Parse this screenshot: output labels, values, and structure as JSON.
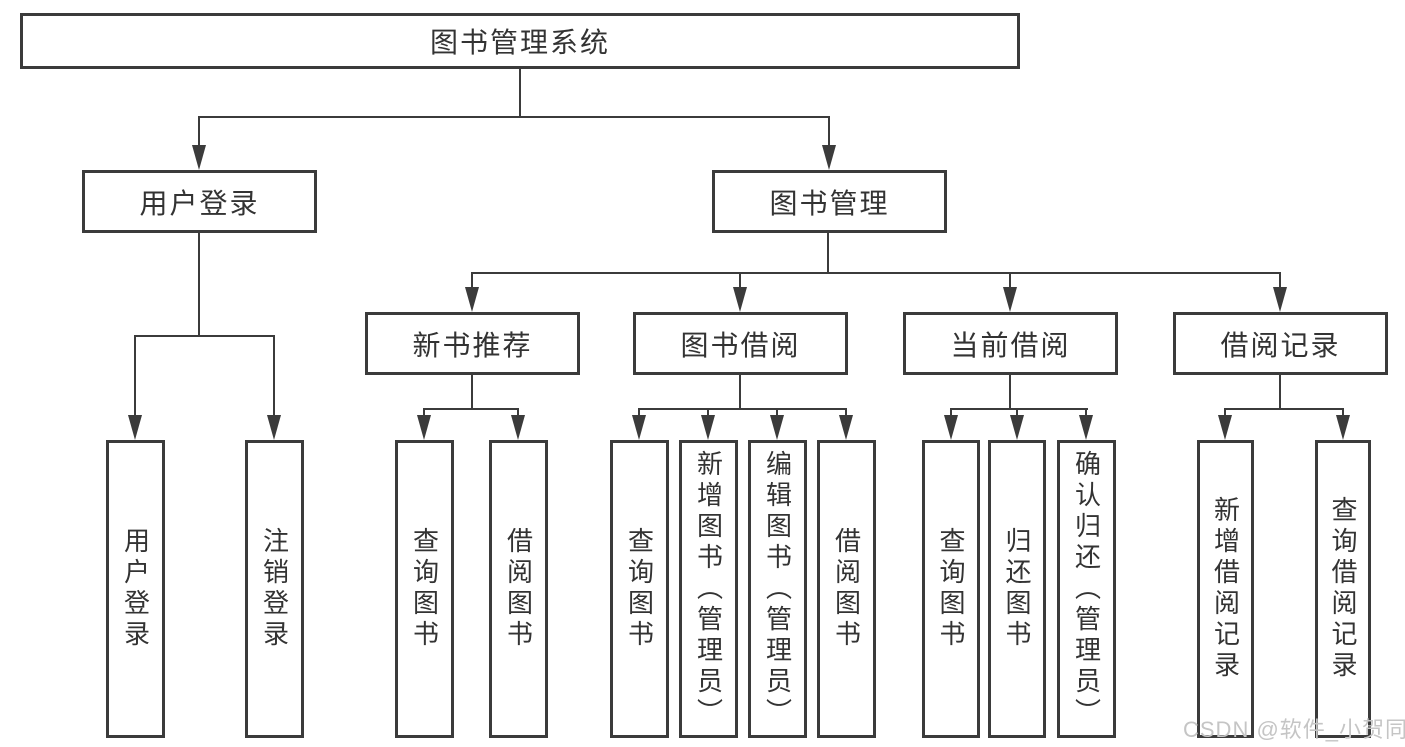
{
  "diagram": {
    "root": {
      "label": "图书管理系统"
    },
    "level1": [
      {
        "label": "用户登录",
        "parent": "图书管理系统"
      },
      {
        "label": "图书管理",
        "parent": "图书管理系统"
      }
    ],
    "level2": [
      {
        "label": "新书推荐",
        "parent": "图书管理"
      },
      {
        "label": "图书借阅",
        "parent": "图书管理"
      },
      {
        "label": "当前借阅",
        "parent": "图书管理"
      },
      {
        "label": "借阅记录",
        "parent": "图书管理"
      }
    ],
    "leaves": [
      {
        "label": "用户登录",
        "parent": "用户登录"
      },
      {
        "label": "注销登录",
        "parent": "用户登录"
      },
      {
        "label": "查询图书",
        "parent": "新书推荐"
      },
      {
        "label": "借阅图书",
        "parent": "新书推荐"
      },
      {
        "label": "查询图书",
        "parent": "图书借阅"
      },
      {
        "label": "新增图书（管理员）",
        "parent": "图书借阅"
      },
      {
        "label": "编辑图书（管理员）",
        "parent": "图书借阅"
      },
      {
        "label": "借阅图书",
        "parent": "图书借阅"
      },
      {
        "label": "查询图书",
        "parent": "当前借阅"
      },
      {
        "label": "归还图书",
        "parent": "当前借阅"
      },
      {
        "label": "确认归还（管理员）",
        "parent": "当前借阅"
      },
      {
        "label": "新增借阅记录",
        "parent": "借阅记录"
      },
      {
        "label": "查询借阅记录",
        "parent": "借阅记录"
      }
    ],
    "watermark": "CSDN @软件_小贺同学",
    "colors": {
      "line": "#3b3b3b",
      "text": "#333333",
      "background": "#ffffff",
      "watermark": "#c5c5c5"
    }
  }
}
